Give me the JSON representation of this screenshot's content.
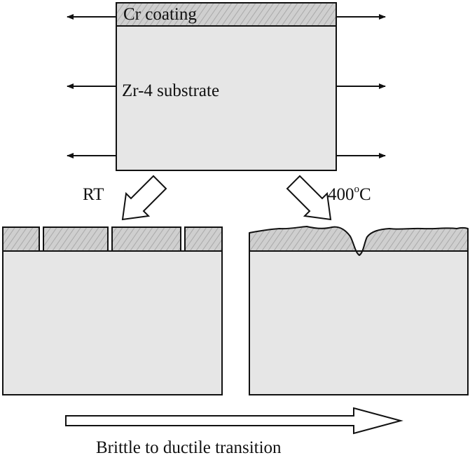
{
  "labels": {
    "coating": "Cr coating",
    "substrate": "Zr-4 substrate",
    "room_temp": "RT",
    "high_temp_value": "400",
    "high_temp_superscript": "o",
    "high_temp_unit": "C",
    "transition": "Brittle to ductile transition"
  },
  "colors": {
    "substrate_fill": "#e6e6e6",
    "coating_fill": "#cfcfcf",
    "stroke": "#111111",
    "arrow_fill": "#ffffff"
  }
}
